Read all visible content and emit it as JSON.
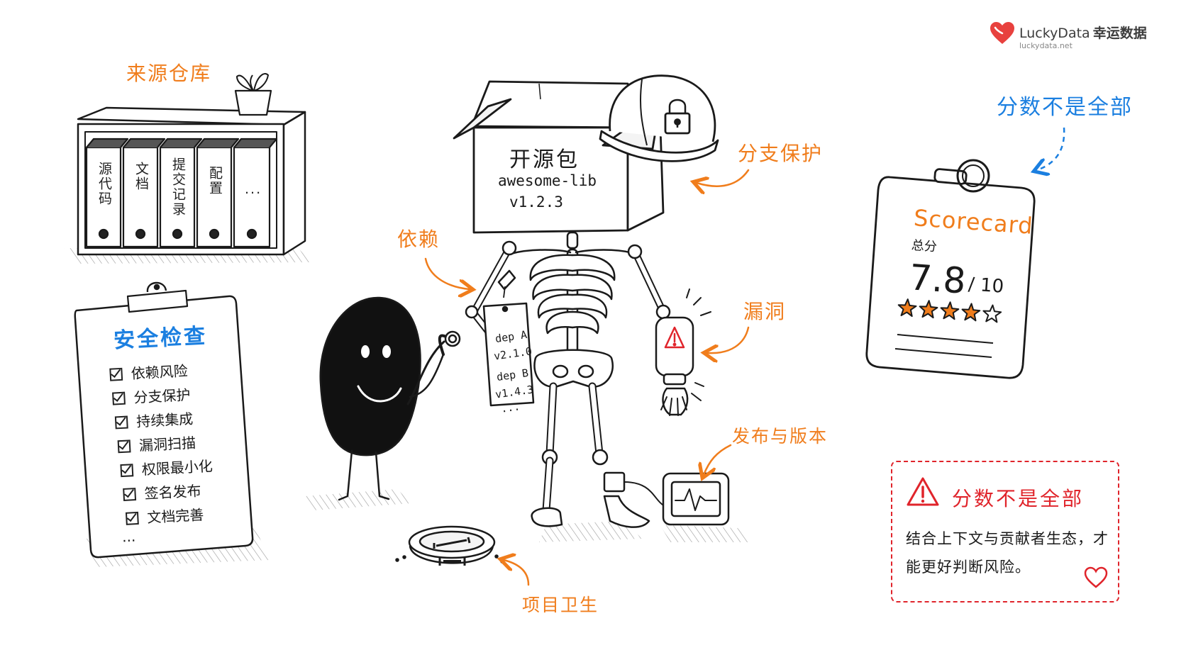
{
  "brand": {
    "name": "LuckyData",
    "name_cn": "幸运数据",
    "url": "luckydata.net",
    "icon": "heart-logo-icon",
    "color": "#e8413e"
  },
  "labels": {
    "repo": "来源仓库",
    "branch_protection": "分支保护",
    "dependencies": "依赖",
    "vulnerabilities": "漏洞",
    "release": "发布与版本",
    "hygiene": "项目卫生",
    "score_not_all": "分数不是全部"
  },
  "binders": [
    "源代码",
    "文档",
    "提交记录",
    "配置",
    "..."
  ],
  "checklist": {
    "title": "安全检查",
    "items": [
      "依赖风险",
      "分支保护",
      "持续集成",
      "漏洞扫描",
      "权限最小化",
      "签名发布",
      "文档完善"
    ],
    "more": "..."
  },
  "package_box": {
    "title": "开源包",
    "name": "awesome-lib",
    "version": "v1.2.3"
  },
  "dep_tag": {
    "a_name": "dep A",
    "a_version": "v2.1.0",
    "b_name": "dep B",
    "b_version": "v1.4.3",
    "more": "..."
  },
  "scorecard": {
    "title": "Scorecard",
    "total_label": "总分",
    "score": "7.8",
    "max": "/ 10",
    "stars_filled": 4,
    "stars_total": 5
  },
  "notice": {
    "title": "分数不是全部",
    "body": "结合上下文与贡献者生态，才能更好判断风险。",
    "icon": "warning-icon"
  },
  "colors": {
    "orange": "#f07d1c",
    "blue": "#1b7fe0",
    "red": "#e0242b",
    "ink": "#1a1a1a"
  }
}
